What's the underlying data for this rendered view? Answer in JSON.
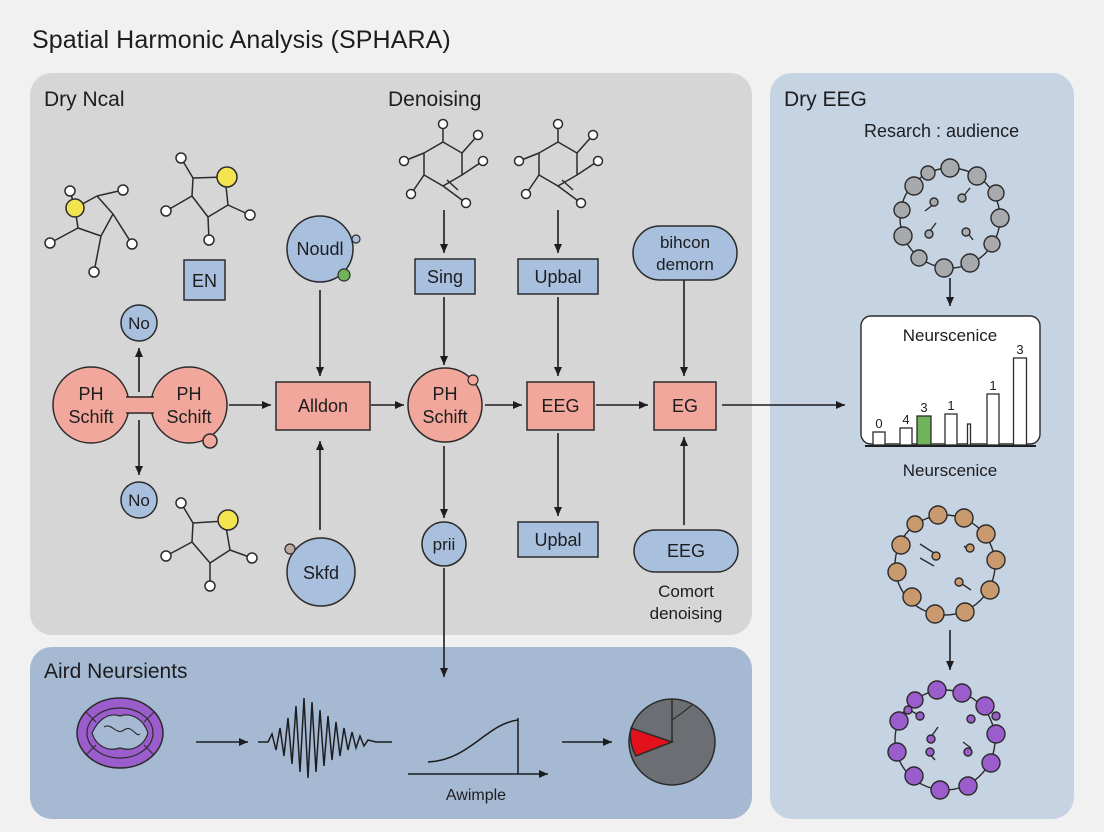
{
  "title": "Spatial Harmonic Analysis (SPHARA)",
  "panels": {
    "main_left_label": "Dry Ncal",
    "main_center_label": "Denoising",
    "bottom_label": "Aird Neursients",
    "right_label": "Dry EEG",
    "right_subtitle": "Resarch : audience"
  },
  "nodes": {
    "en_box": "EN",
    "no_top": "No",
    "no_bottom": "No",
    "ph_left_1": "PH",
    "ph_left_2": "Schift",
    "ph_right_1": "PH",
    "ph_right_2": "Schift",
    "noudl": "Noudl",
    "alldon": "Alldon",
    "skfd": "Skfd",
    "sing": "Sing",
    "upbal_top": "Upbal",
    "ph_mid_1": "PH",
    "ph_mid_2": "Schift",
    "eeg_box": "EEG",
    "prii": "prii",
    "upbal_bottom": "Upbal",
    "bihcon_1": "bihcon",
    "bihcon_2": "demorn",
    "eg_box": "EG",
    "eeg_pill": "EEG",
    "comort_1": "Comort",
    "comort_2": "denoising"
  },
  "right_chart": {
    "title": "Neurscenice",
    "caption": "Neurscenice",
    "bar_labels": [
      "0",
      "4",
      "3",
      "1",
      "",
      "1",
      "3"
    ],
    "highlight_color": "#6fb35a"
  },
  "bottom_flow": {
    "axis_label": "Awimple"
  },
  "colors": {
    "salmon": "#f2a79c",
    "blue_node": "#a8c0dd",
    "stroke": "#2b2b2b",
    "yellow": "#f2e34f",
    "green": "#6fb35a",
    "purple": "#9b5ccc",
    "brown": "#c99a6e",
    "gray_node": "#a7a9ad",
    "red": "#e3111b"
  }
}
